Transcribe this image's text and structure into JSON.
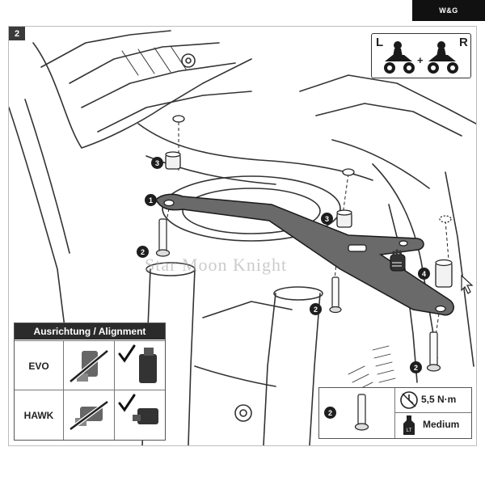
{
  "brand": "W&G",
  "step": "2",
  "side_box": {
    "left": "L",
    "plus": "+",
    "right": "R"
  },
  "callouts": [
    "1",
    "2",
    "2",
    "2",
    "3",
    "3",
    "4",
    "2"
  ],
  "alignment": {
    "title": "Ausrichtung / Alignment",
    "rows": [
      {
        "label": "EVO"
      },
      {
        "label": "HAWK"
      }
    ]
  },
  "torque": {
    "value": "5,5 N·m",
    "threadlocker": "Medium",
    "threadlocker_icon": "LT"
  },
  "watermark": "Star Moon Knight",
  "icons": [
    "torque-wrench-icon",
    "threadlocker-bottle-icon",
    "motorcycle-rider-icon",
    "checkmark-icon",
    "cross-out-icon",
    "hand-icon",
    "cursor-icon"
  ]
}
